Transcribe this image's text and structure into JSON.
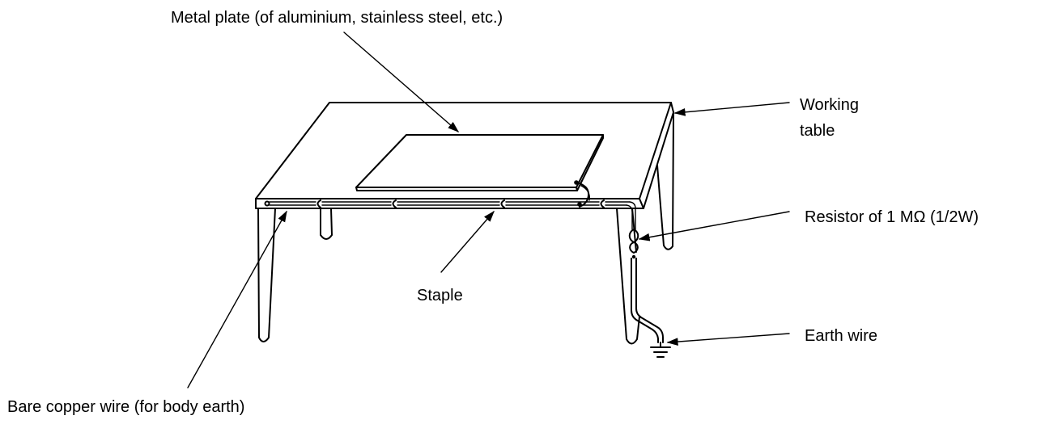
{
  "labels": {
    "metal_plate": "Metal plate (of aluminium, stainless steel, etc.)",
    "working_table_line1": "Working",
    "working_table_line2": "table",
    "resistor": "Resistor of 1 MΩ (1/2W)",
    "staple": "Staple",
    "earth_wire": "Earth wire",
    "bare_copper_wire": "Bare copper wire (for body earth)"
  },
  "colors": {
    "ink": "#000000",
    "background": "#ffffff"
  }
}
